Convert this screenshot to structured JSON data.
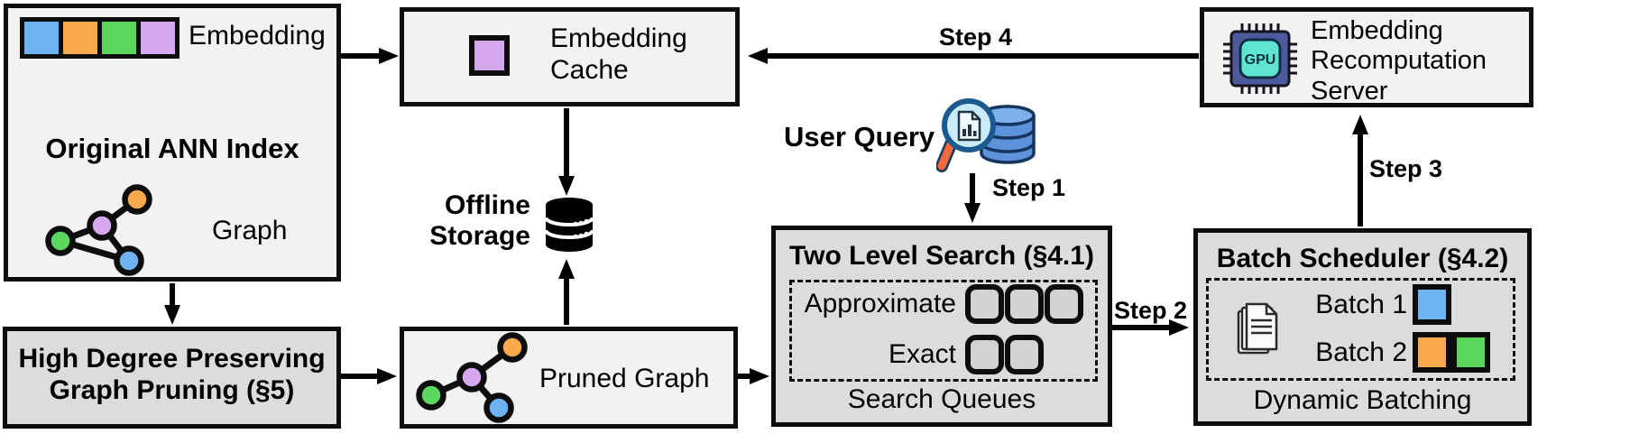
{
  "palette": {
    "blue": "#6fb2f1",
    "orange": "#f8a94e",
    "green": "#5bd75f",
    "purple": "#d5a8ef",
    "box_light": "#f2f2f2",
    "box_dark": "#dcdcdc",
    "border": "#0d0d0d"
  },
  "original_index": {
    "title": "Original ANN Index",
    "embedding_label": "Embedding",
    "graph_label": "Graph",
    "embedding_cells": [
      "blue",
      "orange",
      "green",
      "purple"
    ]
  },
  "embedding_cache": {
    "label": "Embedding Cache"
  },
  "offline_storage": {
    "label": "Offline Storage"
  },
  "high_degree_pruning": {
    "title": "High Degree Preserving Graph Pruning (§5)"
  },
  "pruned_graph": {
    "label": "Pruned Graph"
  },
  "user_query": {
    "label": "User Query"
  },
  "two_level_search": {
    "title": "Two Level Search (§4.1)",
    "approximate_label": "Approximate",
    "approximate_queue_count": 3,
    "exact_label": "Exact",
    "exact_queue_count": 2,
    "caption": "Search Queues"
  },
  "batch_scheduler": {
    "title": "Batch Scheduler (§4.2)",
    "batch1_label": "Batch 1",
    "batch1_colors": [
      "blue"
    ],
    "batch2_label": "Batch 2",
    "batch2_colors": [
      "orange",
      "green"
    ],
    "caption": "Dynamic Batching"
  },
  "recomputation_server": {
    "label": "Embedding Recomputation Server",
    "chip_label": "GPU"
  },
  "steps": {
    "step1": "Step 1",
    "step2": "Step 2",
    "step3": "Step 3",
    "step4": "Step 4"
  }
}
